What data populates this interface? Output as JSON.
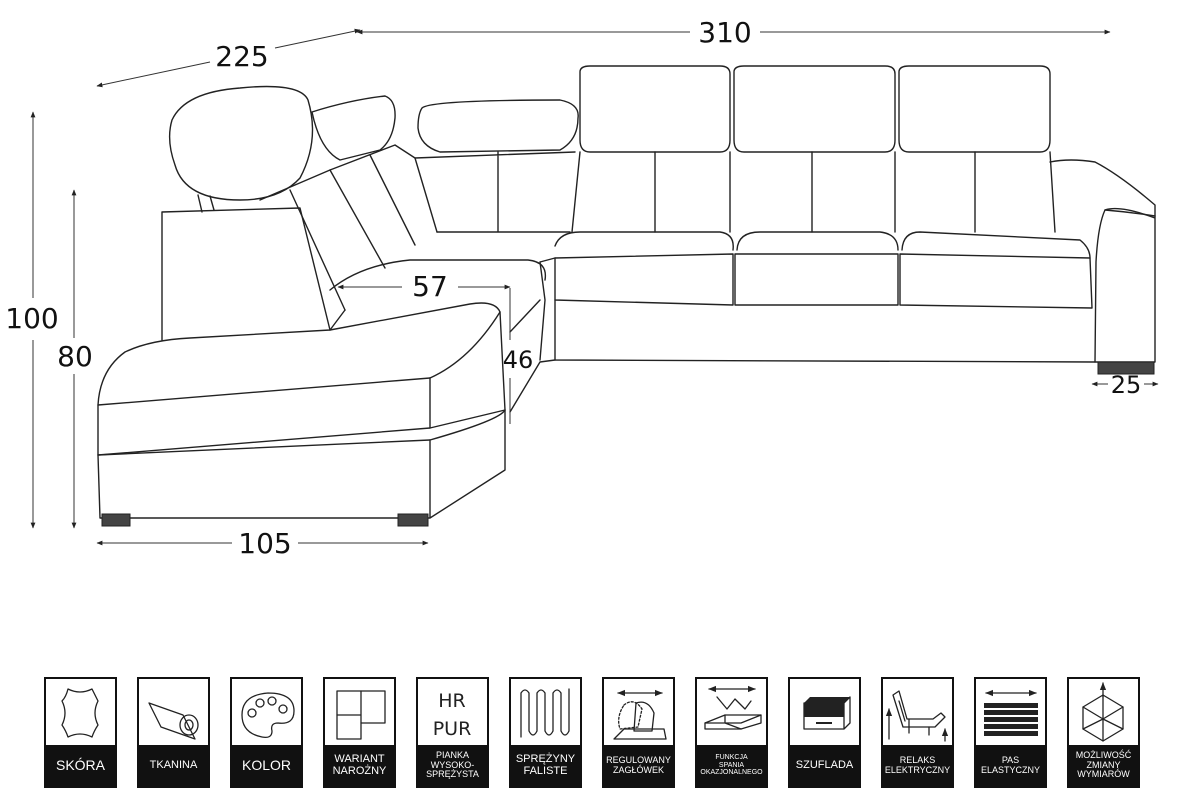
{
  "dimensions": {
    "width_left": "225",
    "width_right": "310",
    "height_total": "100",
    "height_back": "80",
    "seat_depth": "57",
    "seat_height": "46",
    "chaise_width": "105",
    "armrest_width": "25"
  },
  "features": [
    {
      "id": "leather",
      "label": "SKÓRA",
      "icon": "leather-hide-icon",
      "size": "big"
    },
    {
      "id": "fabric",
      "label": "TKANINA",
      "icon": "fabric-roll-icon",
      "size": "mid"
    },
    {
      "id": "color",
      "label": "KOLOR",
      "icon": "paint-palette-icon",
      "size": "big"
    },
    {
      "id": "corner",
      "label": "WARIANT\nNAROŻNY",
      "icon": "corner-variant-icon",
      "size": "mid"
    },
    {
      "id": "foam",
      "label": "PIANKA\nWYSOKO-\nSPRĘŻYSTA",
      "icon": "hr-pur-foam-icon",
      "icon_text_top": "HR",
      "icon_text_bottom": "PUR",
      "size": "sm"
    },
    {
      "id": "springs",
      "label": "SPRĘŻYNY\nFALISTE",
      "icon": "wavy-springs-icon",
      "size": "mid"
    },
    {
      "id": "headrest",
      "label": "REGULOWANY\nZAGŁÓWEK",
      "icon": "adjustable-headrest-icon",
      "size": "sm"
    },
    {
      "id": "sleep",
      "label": "FUNKCJA\nSPANIA\nOKAZJONALNEGO",
      "icon": "sleep-function-icon",
      "size": "xs"
    },
    {
      "id": "drawer",
      "label": "SZUFLADA",
      "icon": "drawer-icon",
      "size": "mid"
    },
    {
      "id": "relax",
      "label": "RELAKS\nELEKTRYCZNY",
      "icon": "electric-recliner-icon",
      "size": "sm"
    },
    {
      "id": "belt",
      "label": "PAS\nELASTYCZNY",
      "icon": "elastic-belt-icon",
      "size": "sm"
    },
    {
      "id": "resize",
      "label": "MOŻLIWOŚĆ\nZMIANY\nWYMIARÓW",
      "icon": "size-change-cube-icon",
      "size": "sm"
    }
  ]
}
